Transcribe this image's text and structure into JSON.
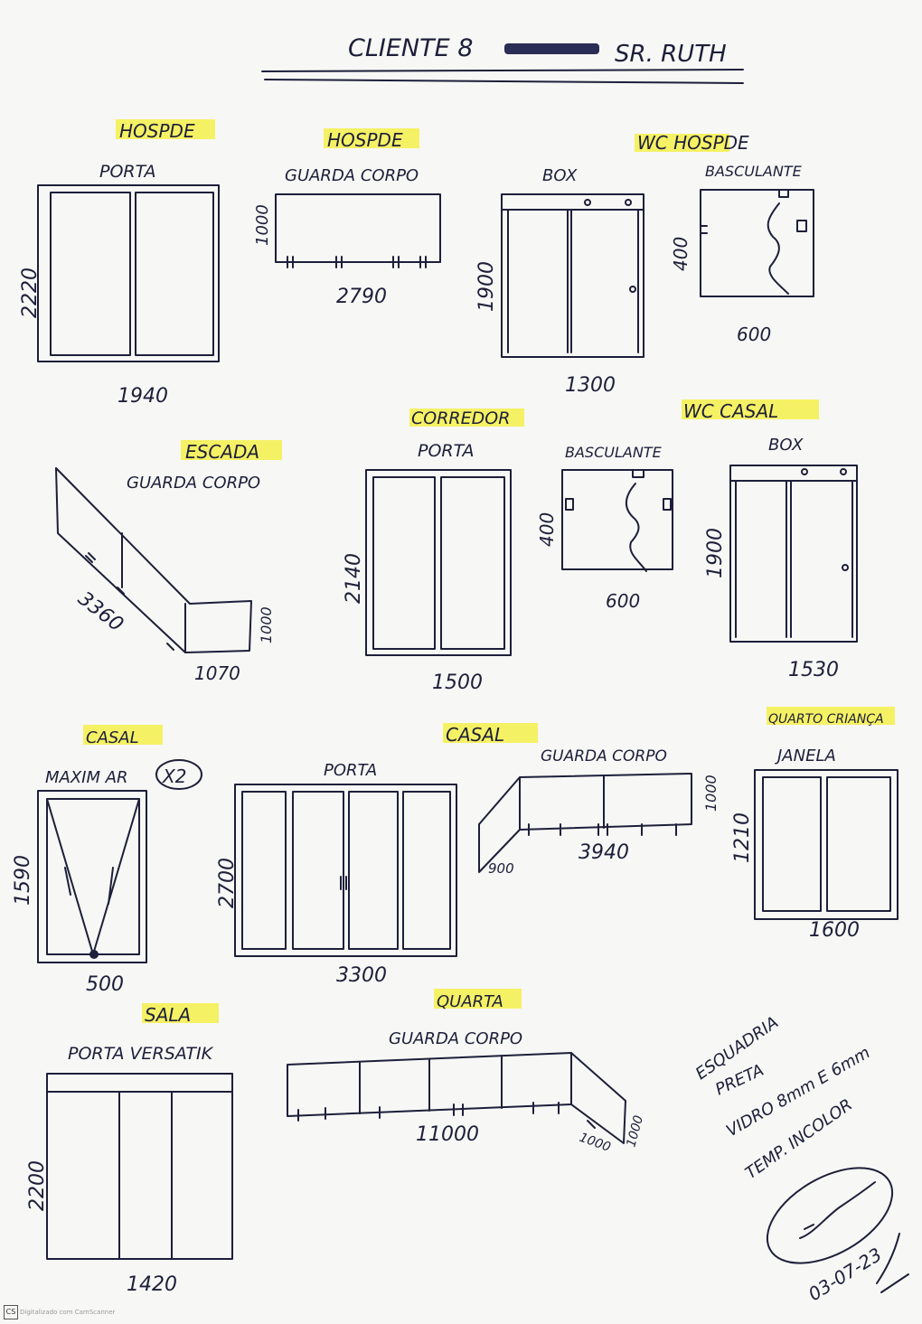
{
  "header": {
    "client_label": "CLIENTE 8",
    "client_name": "SR. RUTH"
  },
  "items": [
    {
      "id": "hospede-porta",
      "room": "HOSPDE",
      "type": "PORTA",
      "width": "1940",
      "height": "2220"
    },
    {
      "id": "hospede-guarda-corpo",
      "room": "HOSPDE",
      "type": "GUARDA CORPO",
      "width": "2790",
      "height": "1000"
    },
    {
      "id": "wc-hospede-box",
      "type": "BOX",
      "width": "1300",
      "height": "1900"
    },
    {
      "id": "wc-hospede-basculante",
      "room": "WC HOSPDE",
      "type": "BASCULANTE",
      "width": "600",
      "height": "400"
    },
    {
      "id": "escada-guarda-corpo",
      "room": "ESCADA",
      "type": "GUARDA CORPO",
      "width": "3360",
      "width2": "1070",
      "height": "1000"
    },
    {
      "id": "corredor-porta",
      "room": "CORREDOR",
      "type": "PORTA",
      "width": "1500",
      "height": "2140"
    },
    {
      "id": "wc-casal-basculante",
      "type": "BASCULANTE",
      "width": "600",
      "height": "400"
    },
    {
      "id": "wc-casal-box",
      "room": "WC CASAL",
      "type": "BOX",
      "width": "1530",
      "height": "1900"
    },
    {
      "id": "casal-maxim-ar",
      "room": "CASAL",
      "type": "MAXIM AR",
      "qty": "X2",
      "width": "500",
      "height": "1590"
    },
    {
      "id": "casal-porta",
      "type": "PORTA",
      "width": "3300",
      "height": "2700"
    },
    {
      "id": "casal-guarda-corpo",
      "room": "CASAL",
      "type": "GUARDA CORPO",
      "width": "3940",
      "width2": "900",
      "height": "1000"
    },
    {
      "id": "quarto-crianca-janela",
      "room": "QUARTO CRIANÇA",
      "type": "JANELA",
      "width": "1600",
      "height": "1210"
    },
    {
      "id": "sala-porta-versatik",
      "room": "SALA",
      "type": "PORTA VERSATIK",
      "width": "1420",
      "height": "2200"
    },
    {
      "id": "quarta-guarda-corpo",
      "room": "QUARTA",
      "type": "GUARDA CORPO",
      "width": "11000",
      "width2": "1000",
      "height": "1000"
    }
  ],
  "notes": [
    "ESQUADRIA",
    "PRETA",
    "VIDRO 8mm E 6mm",
    "TEMP. INCOLOR"
  ],
  "signature": {
    "date": "03-07-23"
  },
  "footer": {
    "scanner_badge": "CS",
    "scanner_text": "Digitalizado com CamScanner"
  },
  "colors": {
    "ink": "#1d1f3a",
    "highlight": "#f4f04a",
    "paper": "#f7f7f5"
  }
}
